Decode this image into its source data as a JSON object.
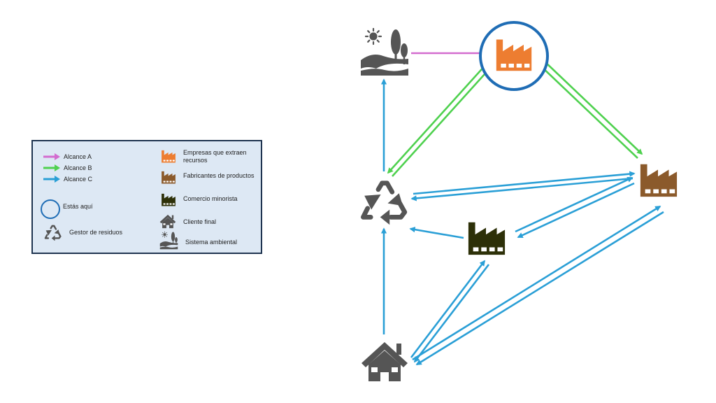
{
  "legend": {
    "alcance_a": "Alcance A",
    "alcance_b": "Alcance B",
    "alcance_c": "Alcance C",
    "estas_aqui": "Estás aquí",
    "gestor_residuos": "Gestor de residuos",
    "empresas_line1": "Empresas que extraen",
    "empresas_line2": "recursos",
    "fabricantes": "Fabricantes de productos",
    "comercio": "Comercio minorista",
    "cliente": "Cliente final",
    "sistema": "Sistema ambiental"
  },
  "colors": {
    "alcance_a": "#d36ccf",
    "alcance_b": "#4fd14f",
    "alcance_c": "#2a9fd6",
    "here_ring": "#1f6db5",
    "extractor": "#ed7d31",
    "manufacturer": "#8b5a2b",
    "retailer": "#2d3008",
    "grey_icon": "#555555"
  },
  "nodes": [
    {
      "id": "environment",
      "icon": "landscape-sun-tree-icon"
    },
    {
      "id": "extractor",
      "icon": "factory-icon",
      "highlight": true
    },
    {
      "id": "manufacturer",
      "icon": "factory-icon"
    },
    {
      "id": "waste-manager",
      "icon": "recycle-icon"
    },
    {
      "id": "retailer",
      "icon": "factory-icon"
    },
    {
      "id": "customer",
      "icon": "house-icon"
    }
  ],
  "edges": [
    {
      "from": "environment",
      "to": "extractor",
      "scope": "A"
    },
    {
      "from": "extractor",
      "to": "waste-manager",
      "scope": "B"
    },
    {
      "from": "waste-manager",
      "to": "extractor",
      "scope": "B"
    },
    {
      "from": "extractor",
      "to": "manufacturer",
      "scope": "B"
    },
    {
      "from": "manufacturer",
      "to": "extractor",
      "scope": "B"
    },
    {
      "from": "waste-manager",
      "to": "environment",
      "scope": "C"
    },
    {
      "from": "customer",
      "to": "waste-manager",
      "scope": "C"
    },
    {
      "from": "retailer",
      "to": "waste-manager",
      "scope": "C"
    },
    {
      "from": "manufacturer",
      "to": "waste-manager",
      "scope": "C"
    },
    {
      "from": "waste-manager",
      "to": "manufacturer",
      "scope": "C"
    },
    {
      "from": "manufacturer",
      "to": "retailer",
      "scope": "C"
    },
    {
      "from": "retailer",
      "to": "manufacturer",
      "scope": "C"
    },
    {
      "from": "customer",
      "to": "retailer",
      "scope": "C"
    },
    {
      "from": "retailer",
      "to": "customer",
      "scope": "C"
    },
    {
      "from": "customer",
      "to": "manufacturer",
      "scope": "C"
    },
    {
      "from": "manufacturer",
      "to": "customer",
      "scope": "C"
    }
  ]
}
